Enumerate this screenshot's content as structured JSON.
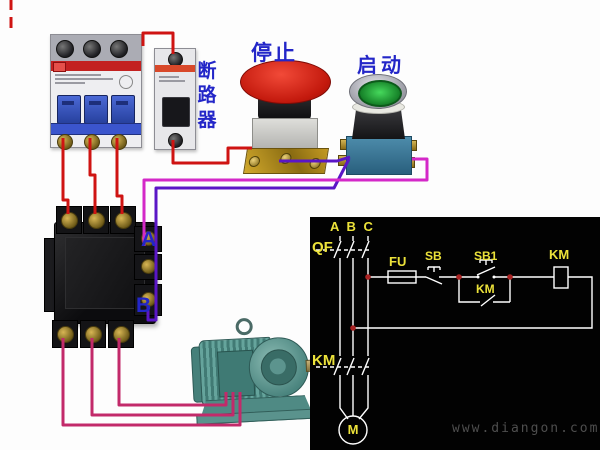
{
  "colors": {
    "wire_red": "#cf1412",
    "wire_magenta": "#d428c8",
    "wire_purple": "#5a16c6",
    "wire_crimson": "#c22a6a",
    "label_blue": "#2326c8",
    "schematic_label_yellow": "#ece23a",
    "schematic_line": "#ffffff",
    "junction_dot": "#a82222",
    "panel_background": "#020202"
  },
  "photo_labels": {
    "breaker": "断路器",
    "stop": "停止",
    "start": "启动",
    "terminal_a": "A",
    "terminal_b": "B"
  },
  "schematic": {
    "phase_labels": [
      "A",
      "B",
      "C"
    ],
    "breaker_label": "QF",
    "fuse_label": "FU",
    "stop_button_label": "SB",
    "start_button_label": "SB1",
    "aux_contact_label": "KM",
    "coil_label": "KM",
    "main_contact_label": "KM",
    "motor_label": "M"
  },
  "watermark": "www.diangon.com"
}
